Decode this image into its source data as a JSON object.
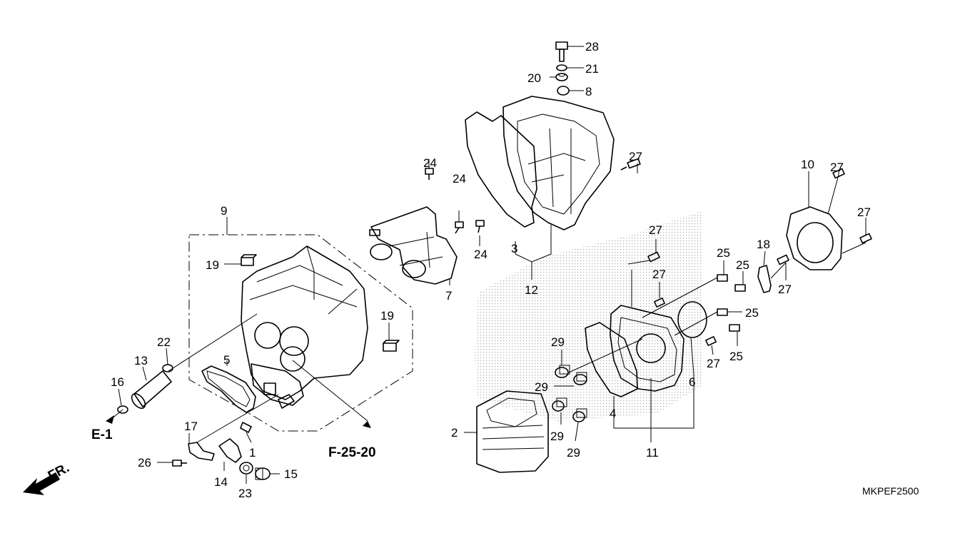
{
  "diagram": {
    "callouts": [
      "28",
      "21",
      "20",
      "8",
      "27",
      "24",
      "24",
      "24",
      "9",
      "19",
      "19",
      "22",
      "13",
      "16",
      "5",
      "7",
      "3",
      "12",
      "27",
      "27",
      "25",
      "25",
      "25",
      "25",
      "18",
      "27",
      "10",
      "27",
      "27",
      "27",
      "29",
      "29",
      "29",
      "29",
      "4",
      "6",
      "11",
      "2",
      "17",
      "26",
      "14",
      "23",
      "15",
      "1"
    ],
    "refs": {
      "e1": "E-1",
      "f2520": "F-25-20",
      "fr": "FR."
    },
    "code": "MKPEF2500"
  }
}
